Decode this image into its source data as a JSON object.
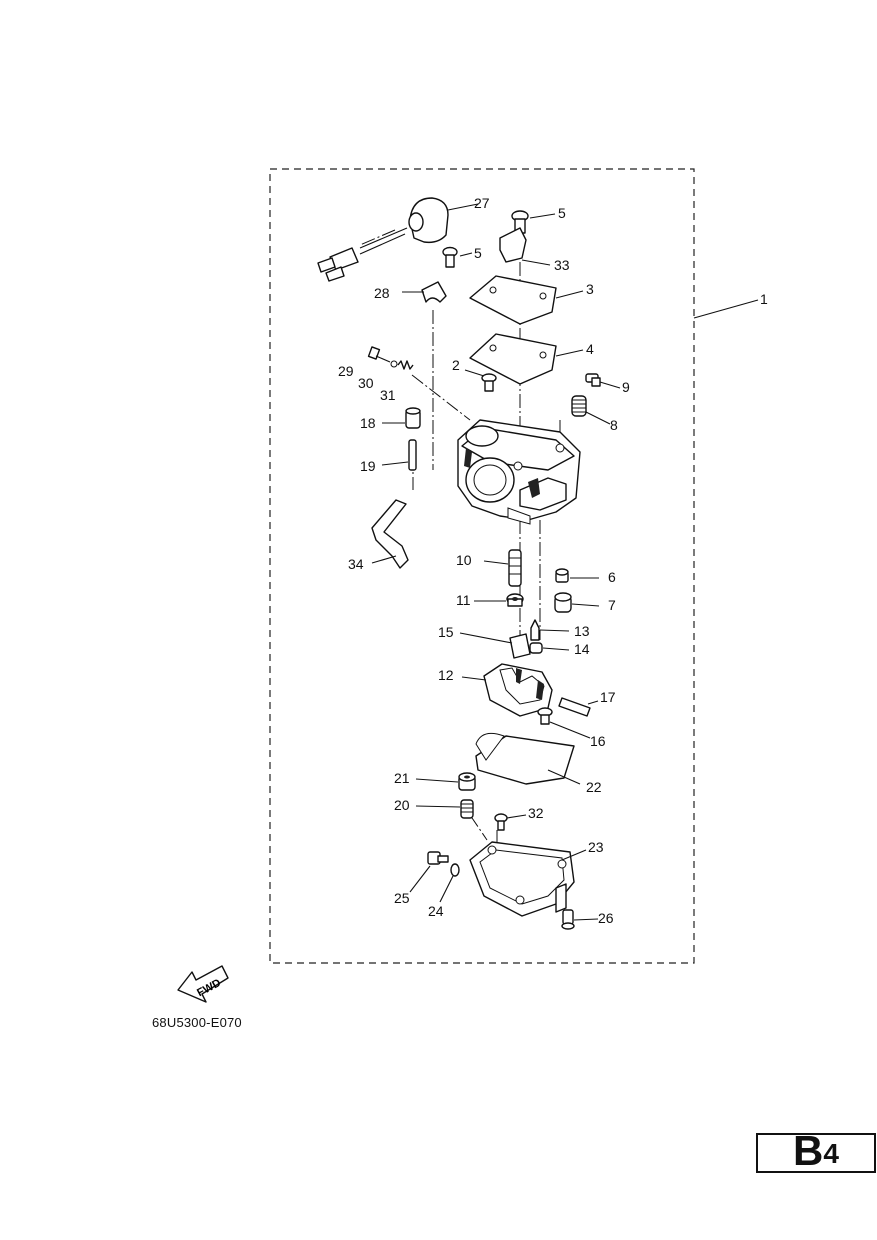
{
  "callouts": [
    {
      "id": "c1",
      "text": "1"
    },
    {
      "id": "c2",
      "text": "2"
    },
    {
      "id": "c3",
      "text": "3"
    },
    {
      "id": "c4",
      "text": "4"
    },
    {
      "id": "c5a",
      "text": "5"
    },
    {
      "id": "c5b",
      "text": "5"
    },
    {
      "id": "c6",
      "text": "6"
    },
    {
      "id": "c7",
      "text": "7"
    },
    {
      "id": "c8",
      "text": "8"
    },
    {
      "id": "c9",
      "text": "9"
    },
    {
      "id": "c10",
      "text": "10"
    },
    {
      "id": "c11",
      "text": "11"
    },
    {
      "id": "c12",
      "text": "12"
    },
    {
      "id": "c13",
      "text": "13"
    },
    {
      "id": "c14",
      "text": "14"
    },
    {
      "id": "c15",
      "text": "15"
    },
    {
      "id": "c16",
      "text": "16"
    },
    {
      "id": "c17",
      "text": "17"
    },
    {
      "id": "c18",
      "text": "18"
    },
    {
      "id": "c19",
      "text": "19"
    },
    {
      "id": "c20",
      "text": "20"
    },
    {
      "id": "c21",
      "text": "21"
    },
    {
      "id": "c22",
      "text": "22"
    },
    {
      "id": "c23",
      "text": "23"
    },
    {
      "id": "c24",
      "text": "24"
    },
    {
      "id": "c25",
      "text": "25"
    },
    {
      "id": "c26",
      "text": "26"
    },
    {
      "id": "c27",
      "text": "27"
    },
    {
      "id": "c28",
      "text": "28"
    },
    {
      "id": "c29",
      "text": "29"
    },
    {
      "id": "c30",
      "text": "30"
    },
    {
      "id": "c31",
      "text": "31"
    },
    {
      "id": "c32",
      "text": "32"
    },
    {
      "id": "c33",
      "text": "33"
    },
    {
      "id": "c34",
      "text": "34"
    }
  ],
  "fwd_arrow": {
    "label": "FWD",
    "icon": "fwd-arrow-icon"
  },
  "drawing_code": "68U5300-E070",
  "page_tag": {
    "letter": "B",
    "number": "4"
  }
}
